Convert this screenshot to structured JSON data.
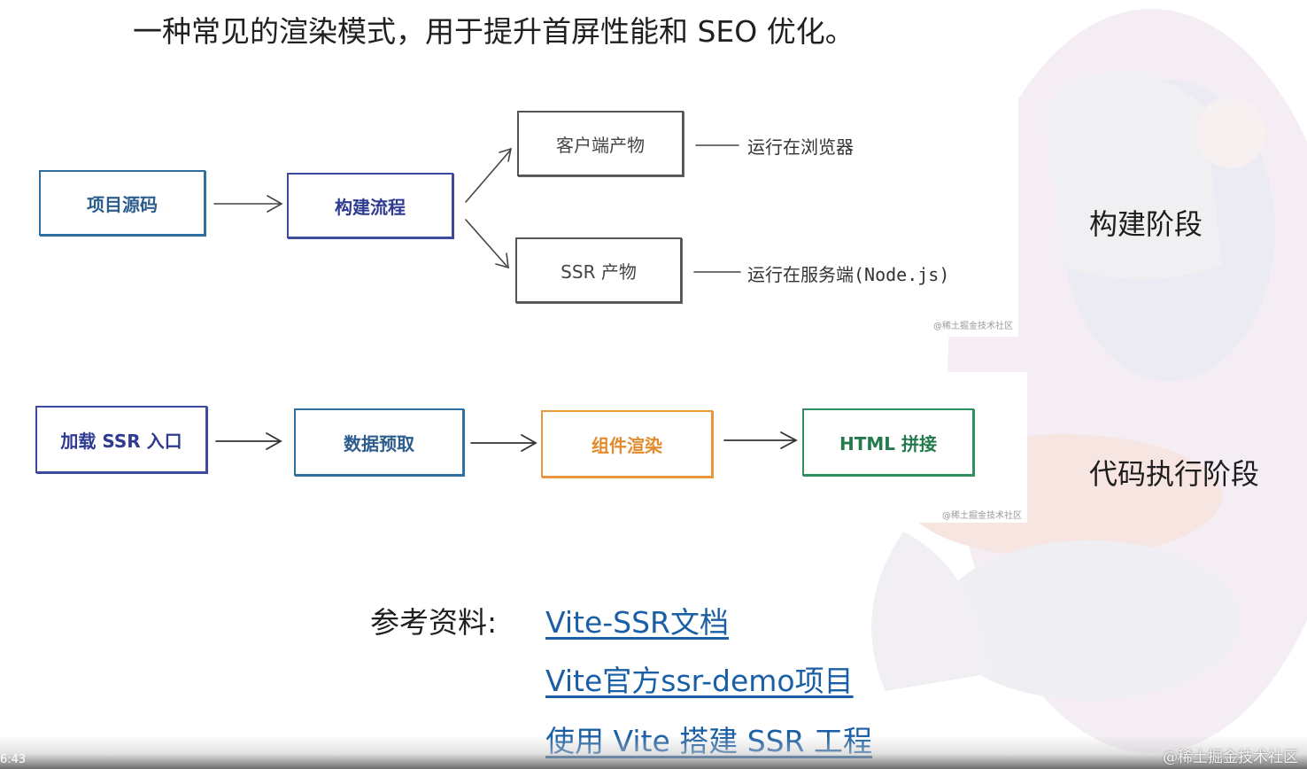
{
  "intro": "一种常见的渲染模式，用于提升首屏性能和 SEO 优化。",
  "build_diagram": {
    "source": "项目源码",
    "build": "构建流程",
    "client_output": "客户端产物",
    "ssr_output": "SSR 产物",
    "client_note": "运行在浏览器",
    "ssr_note": "运行在服务端(Node.js)",
    "watermark": "@稀土掘金技术社区"
  },
  "run_diagram": {
    "load_entry": "加载 SSR 入口",
    "fetch_data": "数据预取",
    "render_component": "组件渲染",
    "html_concat": "HTML 拼接",
    "watermark": "@稀土掘金技术社区"
  },
  "stages": {
    "build": "构建阶段",
    "run": "代码执行阶段"
  },
  "references": {
    "label": "参考资料:",
    "links": [
      "Vite-SSR文档",
      "Vite官方ssr-demo项目",
      "使用 Vite 搭建 SSR 工程"
    ]
  },
  "player": {
    "timestamp": "6:43",
    "watermark": "@稀土掘金技术社区"
  },
  "colors": {
    "link": "#1a5fa5",
    "blue_box": "#2f6fa0",
    "orange_box": "#e7963a",
    "green_box": "#2f8f5f"
  }
}
